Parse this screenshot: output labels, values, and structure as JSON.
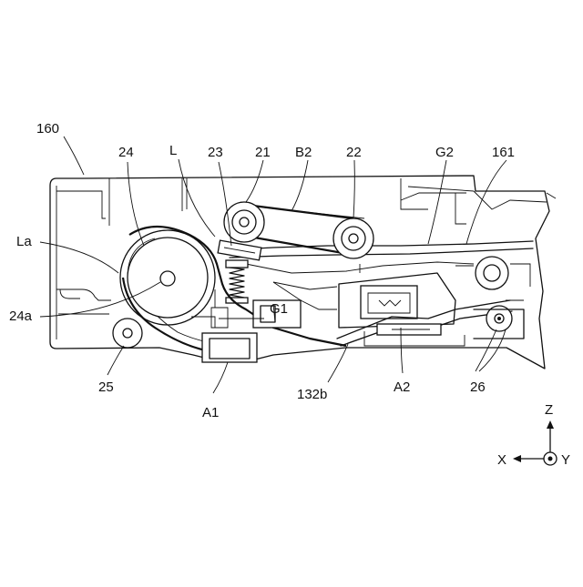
{
  "labels": {
    "l160": "160",
    "l24": "24",
    "lL": "L",
    "l23": "23",
    "l21": "21",
    "lB2": "B2",
    "l22": "22",
    "lG2": "G2",
    "l161": "161",
    "lLa": "La",
    "l24a": "24a",
    "lG1": "G1",
    "l25": "25",
    "lA1": "A1",
    "l132b": "132b",
    "lA2": "A2",
    "l26": "26"
  },
  "axes": {
    "z": "Z",
    "x": "X",
    "y": "Y"
  }
}
